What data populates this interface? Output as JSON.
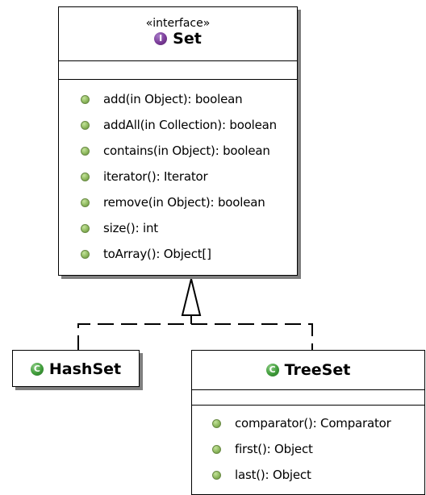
{
  "set": {
    "stereotype": "«interface»",
    "badge": "I",
    "name": "Set",
    "methods": [
      "add(in Object): boolean",
      "addAll(in Collection): boolean",
      "contains(in Object): boolean",
      "iterator(): Iterator",
      "remove(in Object): boolean",
      "size(): int",
      "toArray(): Object[]"
    ]
  },
  "hashset": {
    "badge": "C",
    "name": "HashSet"
  },
  "treeset": {
    "badge": "C",
    "name": "TreeSet",
    "methods": [
      "comparator(): Comparator",
      "first(): Object",
      "last(): Object"
    ]
  },
  "colors": {
    "interface_badge": "#7a3b98",
    "class_badge": "#3f9c3a",
    "method_dot": "#8ab55a",
    "shadow": "#7f7f7f"
  }
}
